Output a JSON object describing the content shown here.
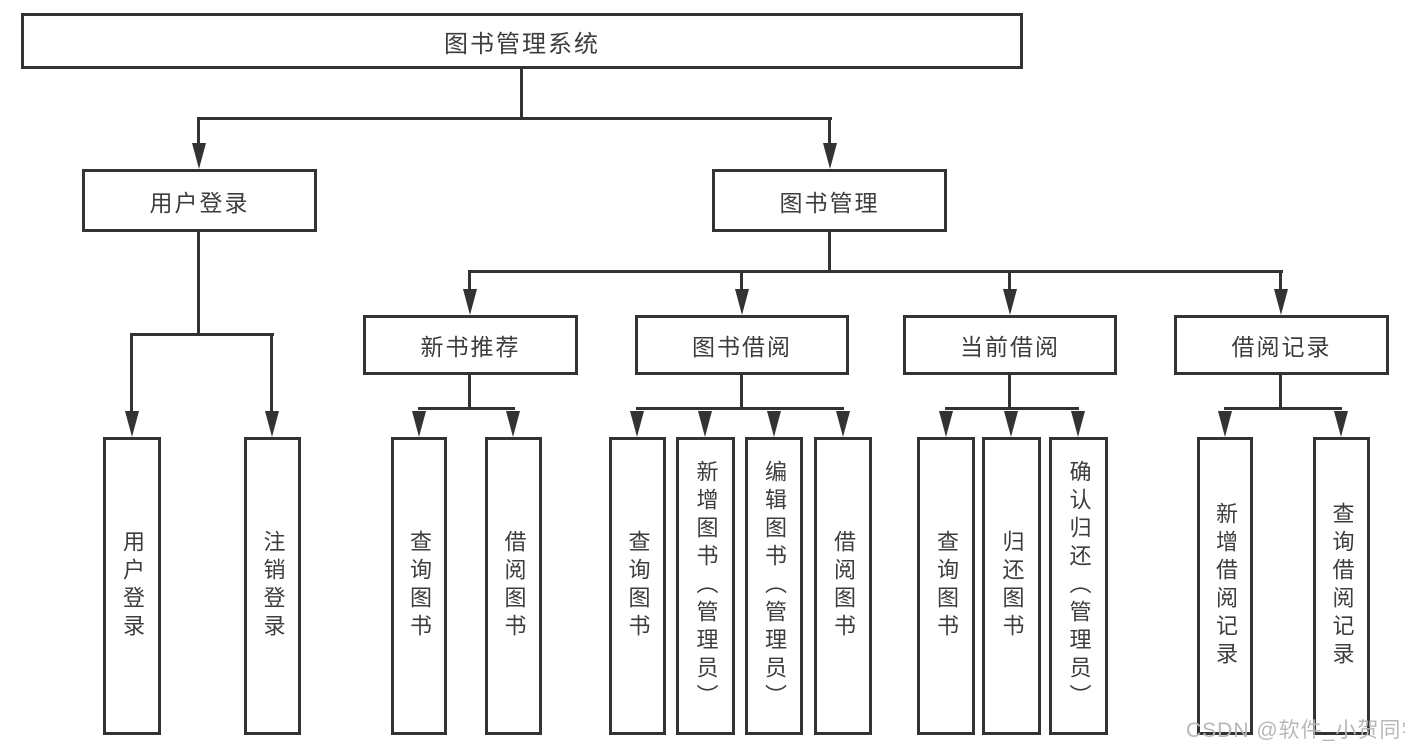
{
  "diagram": {
    "root": {
      "label": "图书管理系统"
    },
    "level2": {
      "user_login": {
        "label": "用户登录"
      },
      "book_management": {
        "label": "图书管理"
      }
    },
    "level3": {
      "new_book_recommend": {
        "label": "新书推荐"
      },
      "book_borrow": {
        "label": "图书借阅"
      },
      "current_borrow": {
        "label": "当前借阅"
      },
      "borrow_record": {
        "label": "借阅记录"
      }
    },
    "leaves": {
      "user_login": {
        "label": "用户登录"
      },
      "logout": {
        "label": "注销登录"
      },
      "query_books_recommend": {
        "label": "查询图书"
      },
      "borrow_books_recommend": {
        "label": "借阅图书"
      },
      "query_books_borrow": {
        "label": "查询图书"
      },
      "add_books": {
        "label": "新增图书（管理员）"
      },
      "edit_books": {
        "label": "编辑图书（管理员）"
      },
      "borrow_books": {
        "label": "借阅图书"
      },
      "query_books_current": {
        "label": "查询图书"
      },
      "return_books": {
        "label": "归还图书"
      },
      "confirm_return": {
        "label": "确认归还（管理员）"
      },
      "add_borrow_record": {
        "label": "新增借阅记录"
      },
      "query_borrow_record": {
        "label": "查询借阅记录"
      }
    },
    "watermark": "CSDN @软件_小贺同学",
    "colors": {
      "line": "#333333",
      "text": "#3d3d3d",
      "watermark": "#b8b8b8",
      "background": "#ffffff"
    }
  }
}
